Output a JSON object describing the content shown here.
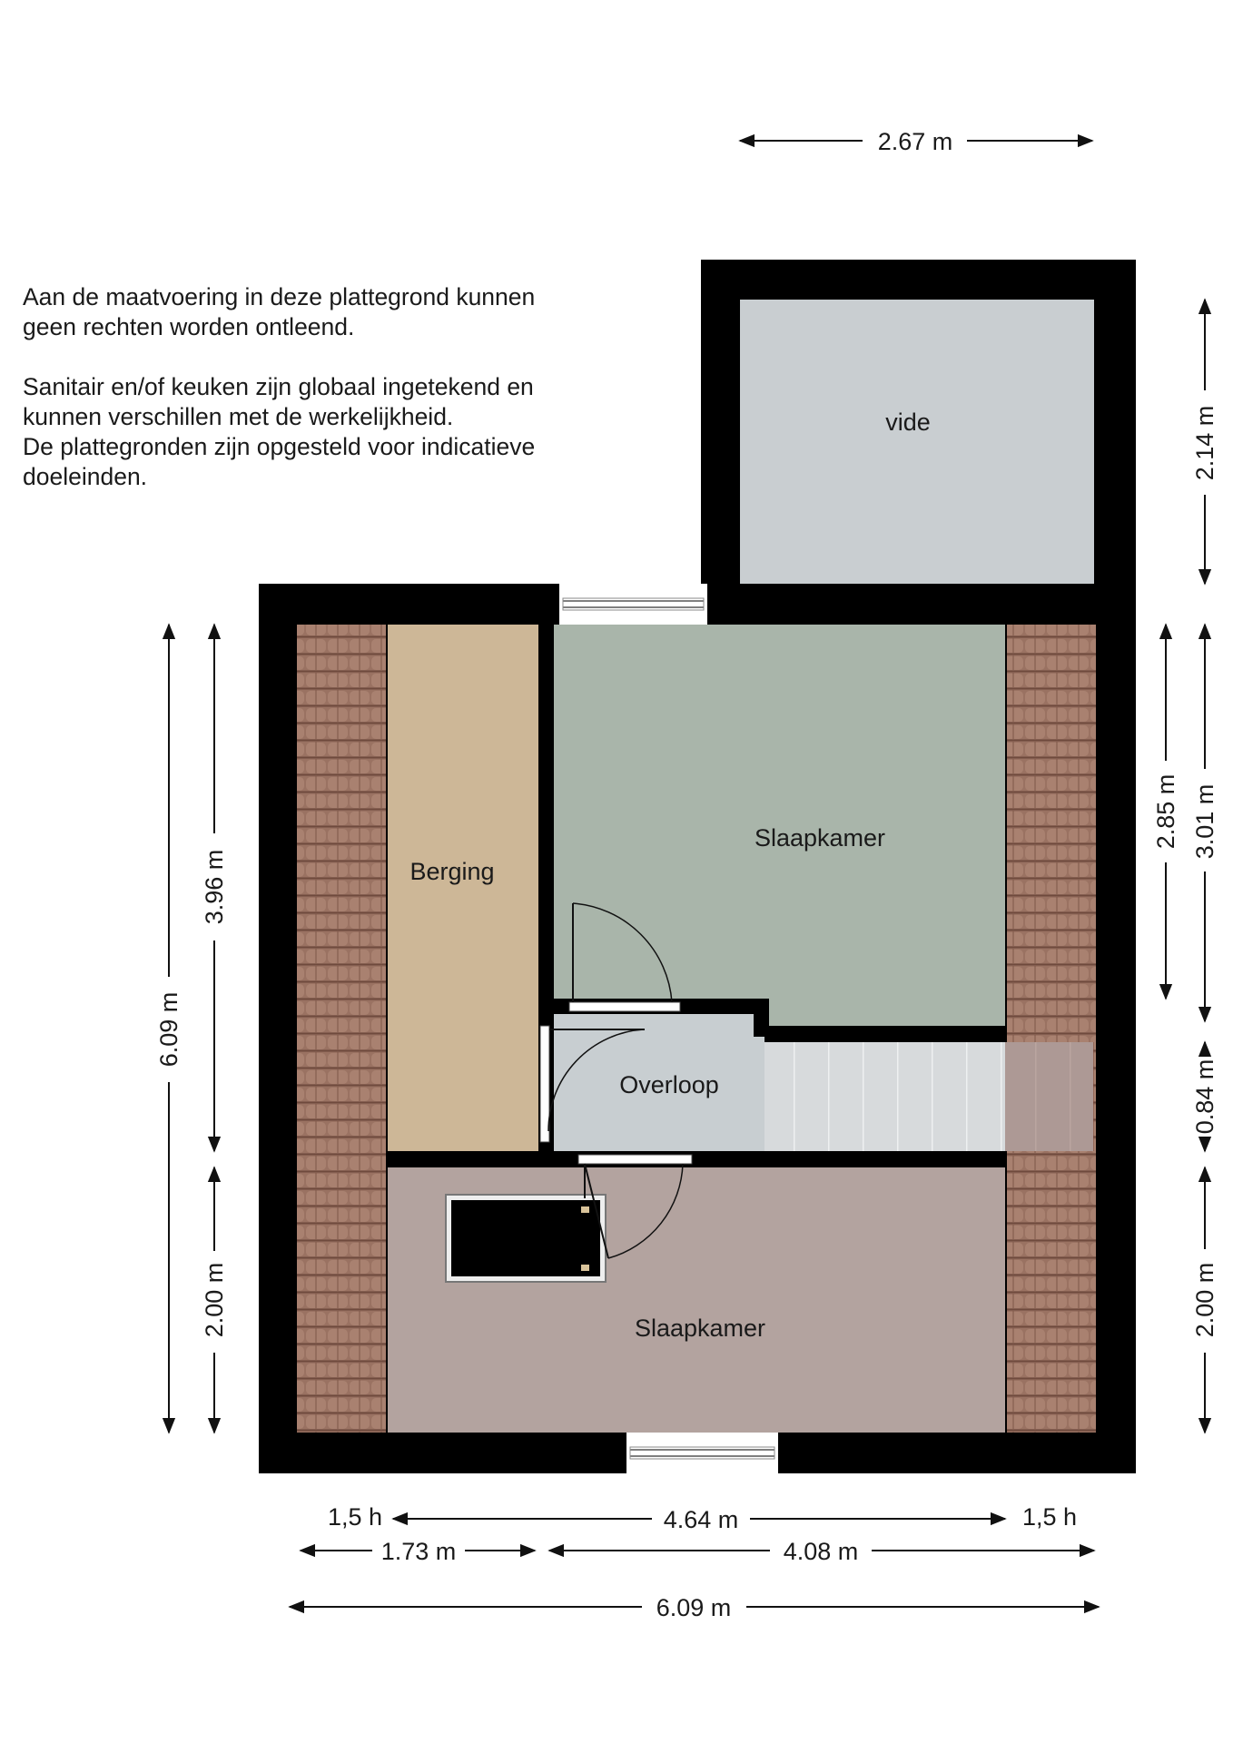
{
  "disclaimer": {
    "line1": "Aan de maatvoering in deze  plattegrond kunnen",
    "line2": "geen rechten worden ontleend.",
    "line3": "Sanitair en/of keuken zijn globaal ingetekend en",
    "line4": "kunnen verschillen met de werkelijkheid.",
    "line5": "De plattegronden zijn opgesteld voor indicatieve",
    "line6": "doeleinden."
  },
  "rooms": {
    "vide": "vide",
    "berging": "Berging",
    "slaapkamer_top": "Slaapkamer",
    "overloop": "Overloop",
    "slaapkamer_bottom": "Slaapkamer"
  },
  "dimensions": {
    "top_width": "2.67 m",
    "vide_height": "2.14 m",
    "right_2_85": "2.85 m",
    "right_3_01": "3.01 m",
    "right_0_84": "0.84 m",
    "right_2_00": "2.00 m",
    "left_total": "6.09 m",
    "left_3_96": "3.96 m",
    "left_2_00": "2.00 m",
    "bottom_1_5_h_left": "1,5 h",
    "bottom_4_64": "4.64 m",
    "bottom_1_5_h_right": "1,5 h",
    "bottom_1_73": "1.73 m",
    "bottom_4_08": "4.08 m",
    "bottom_total": "6.09 m"
  },
  "colors": {
    "wall": "#000000",
    "vide": "#c9ced1",
    "berging": "#cdb797",
    "slaapkamer_top": "#a9b5aa",
    "overloop": "#c8ced1",
    "stairs": "#d5d8da",
    "slaapkamer_bottom": "#b3a39f",
    "roof_tiles": "#9a7262"
  }
}
